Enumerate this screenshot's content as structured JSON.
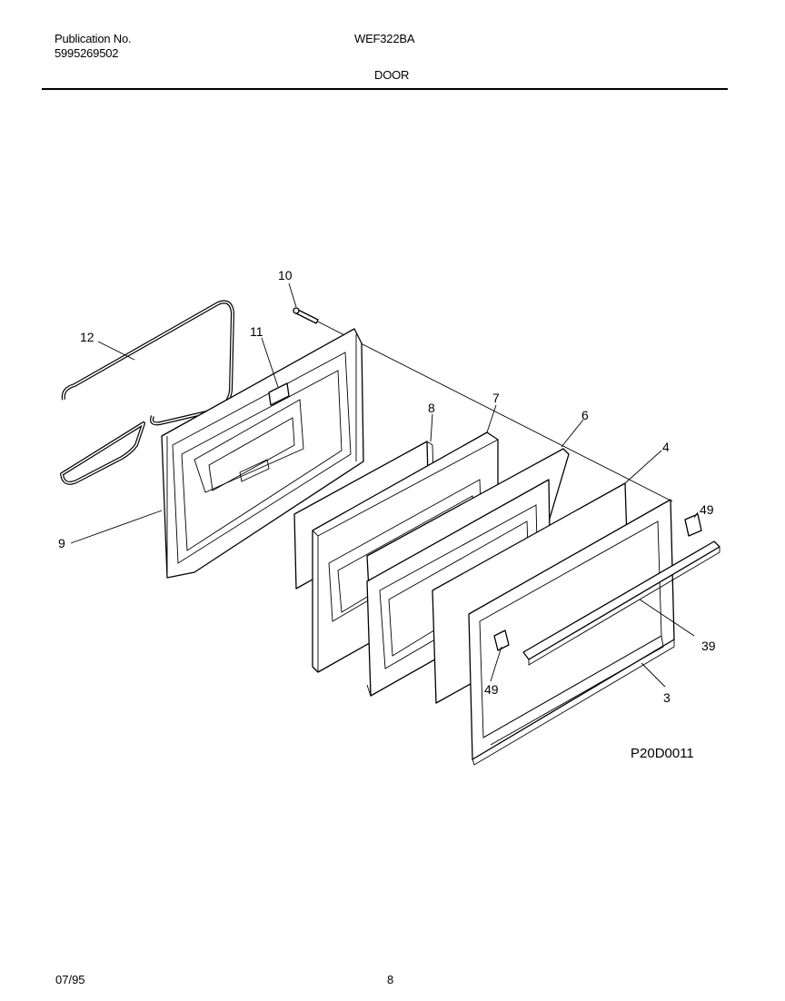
{
  "header": {
    "publication_label": "Publication No.",
    "publication_number": "5995269502",
    "model": "WEF322BA",
    "section": "DOOR"
  },
  "diagram": {
    "callouts": {
      "c10": "10",
      "c11": "11",
      "c12": "12",
      "c8": "8",
      "c7": "7",
      "c6": "6",
      "c4": "4",
      "c49a": "49",
      "c9": "9",
      "c39": "39",
      "c3": "3",
      "c49b": "49"
    },
    "drawing_code": "P20D0011"
  },
  "footer": {
    "date": "07/95",
    "page": "8"
  }
}
